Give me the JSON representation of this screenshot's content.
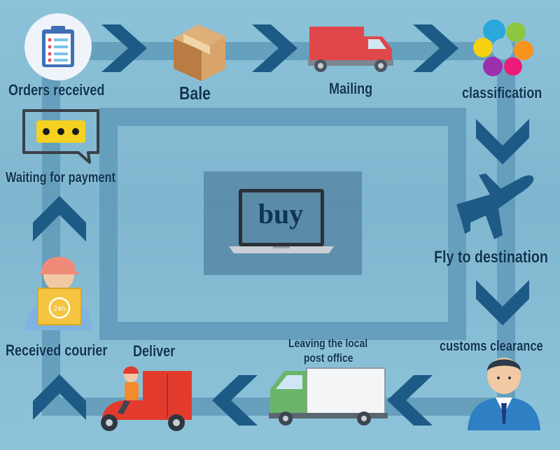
{
  "diagram": {
    "center_label": "buy",
    "steps": [
      {
        "id": "orders-received",
        "label": "Orders received",
        "icon": "clipboard-icon"
      },
      {
        "id": "bale",
        "label": "Bale",
        "icon": "box-icon"
      },
      {
        "id": "mailing",
        "label": "Mailing",
        "icon": "truck-icon"
      },
      {
        "id": "classification",
        "label": "classification",
        "icon": "flower-icon"
      },
      {
        "id": "fly-to-destination",
        "label": "Fly to destination",
        "icon": "airplane-icon"
      },
      {
        "id": "customs-clearance",
        "label": "customs clearance",
        "icon": "officer-icon"
      },
      {
        "id": "leaving-local-post-office",
        "label_line1": "Leaving the local",
        "label_line2": "post office",
        "icon": "delivery-van-icon"
      },
      {
        "id": "deliver",
        "label": "Deliver",
        "icon": "scooter-icon"
      },
      {
        "id": "received-courier",
        "label": "Received courier",
        "icon": "courier-icon"
      },
      {
        "id": "waiting-for-payment",
        "label": "Waiting for payment",
        "icon": "chat-bubble-icon"
      }
    ]
  },
  "colors": {
    "background": "#8dc3d9",
    "frame": "#5f9ab9",
    "arrow": "#1d5a85",
    "text": "#0f3553",
    "center_box": "#5a8ba7"
  }
}
